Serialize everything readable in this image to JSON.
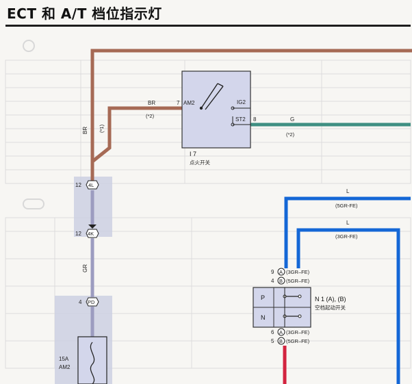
{
  "title": "ECT 和 A/T 档位指示灯",
  "ignition_switch": {
    "code": "I 7",
    "name": "点火开关",
    "pins": {
      "am2": "AM2",
      "ig2": "IG2",
      "st2": "ST2"
    },
    "pin7": "7",
    "pin8": "8",
    "wire_in": {
      "color": "BR",
      "note": "(*2)"
    },
    "wire_out": {
      "color": "G",
      "note": "(*2)"
    }
  },
  "left_wire": {
    "color": "BR",
    "note": "(*1)"
  },
  "gr_wire": {
    "color": "GR"
  },
  "connectors": [
    {
      "pin": "12",
      "id": "4L"
    },
    {
      "pin": "12",
      "id": "4K"
    },
    {
      "pin": "4",
      "id": "PD"
    }
  ],
  "fuse": {
    "rating": "15A",
    "name": "AM2"
  },
  "blue_wires": [
    {
      "color": "L",
      "note": "(5GR-FE)"
    },
    {
      "color": "L",
      "note": "(3GR-FE)"
    }
  ],
  "neutral_switch": {
    "name": "N 1 (A), (B)",
    "desc": "空档起动开关",
    "positions": [
      "P",
      "N"
    ],
    "top_pins": [
      {
        "pin": "9",
        "letter": "A",
        "note": "(3GR–FE)"
      },
      {
        "pin": "4",
        "letter": "B",
        "note": "(5GR–FE)"
      }
    ],
    "bottom_pins": [
      {
        "pin": "6",
        "letter": "A",
        "note": "(3GR–FE)"
      },
      {
        "pin": "5",
        "letter": "B",
        "note": "(5GR–FE)"
      }
    ]
  },
  "colors": {
    "brown_wire": "#a66a55",
    "green_wire": "#3f8f82",
    "gray_wire": "#9c9cc0",
    "blue_wire": "#1467d6",
    "red_wire": "#d3243f",
    "connector_shade": "#cdd0e2",
    "switch_fill": "#d3d6eb"
  }
}
